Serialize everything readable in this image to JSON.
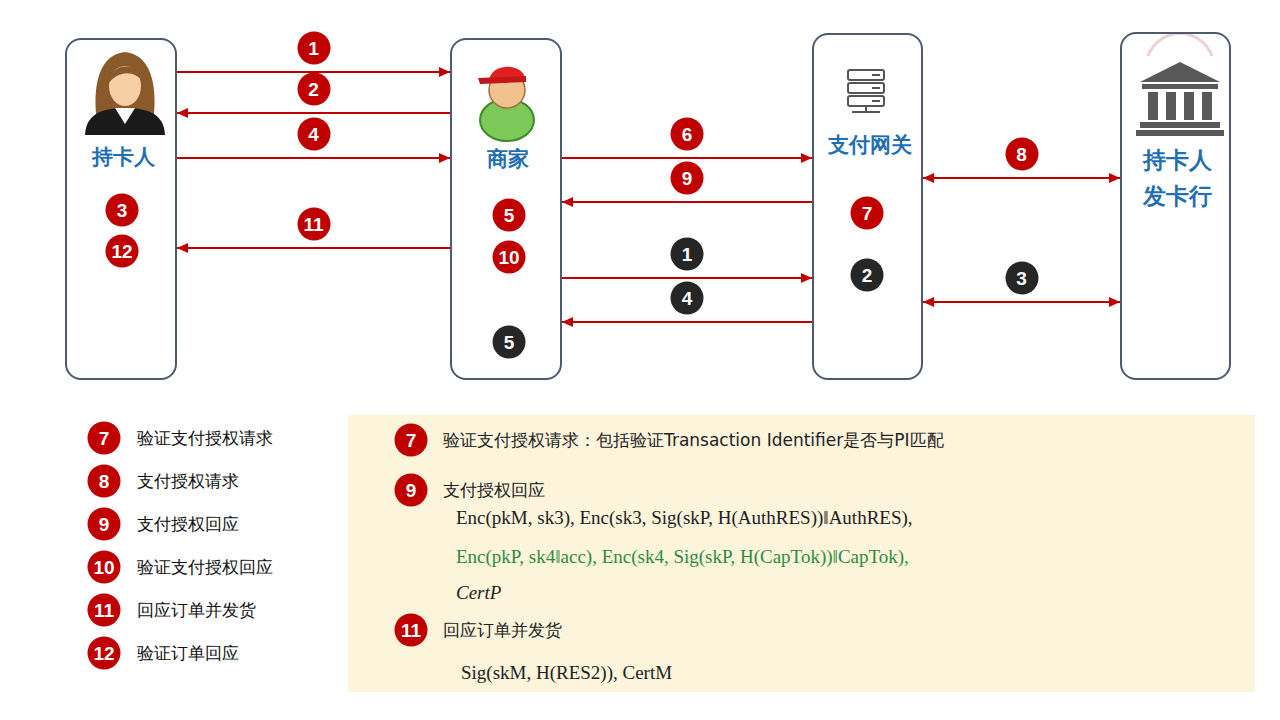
{
  "diagram": {
    "nodes": [
      {
        "text": [
          "持卡人"
        ]
      },
      {
        "text": [
          "商家"
        ]
      },
      {
        "text": [
          "支付网关"
        ]
      },
      {
        "text": [
          "持卡人 发卡行"
        ]
      },
      {
        "text": [
          "7",
          "验证支付授权请求：包括验证Transaction Identifier是否与PI匹配",
          "9",
          "支付授权回应",
          "Enc(pkM, sk3), Enc(sk3, Sig(skP, H(AuthRES))‖AuthRES),",
          "Enc(pkP, sk4‖acc), Enc(sk4, Sig(skP, H(CapTok))‖CapTok),",
          "CertP",
          "11",
          "回应订单并发货",
          "Sig(skM, H(RES2)),    CertM"
        ]
      }
    ],
    "edges": [
      {
        "from": 0,
        "to": 1,
        "arrow": "to",
        "label": "1"
      },
      {
        "from": 1,
        "to": 0,
        "arrow": "to",
        "label": "2"
      },
      {
        "from": 0,
        "to": 1,
        "arrow": "to",
        "label": "4"
      },
      {
        "from": 1,
        "to": 2,
        "arrow": "to",
        "label": "6"
      },
      {
        "from": 2,
        "to": 1,
        "arrow": "to",
        "label": "9"
      },
      {
        "from": 2,
        "to": 3,
        "arrow": "both",
        "label": "8"
      },
      {
        "from": 1,
        "to": 0,
        "arrow": "to",
        "label": "11"
      },
      {
        "from": 1,
        "to": 2,
        "arrow": "to",
        "label": "1"
      },
      {
        "from": 2,
        "to": 3,
        "arrow": "both",
        "label": "3"
      },
      {
        "from": 2,
        "to": 1,
        "arrow": "to",
        "label": "4"
      }
    ],
    "labels": [
      "3",
      "12",
      "5",
      "10",
      "5",
      "7",
      "2",
      "7",
      "验证支付授权请求",
      "8",
      "支付授权请求",
      "9",
      "支付授权回应",
      "10",
      "验证支付授权回应",
      "11",
      "回应订单并发货",
      "12",
      "验证订单回应"
    ]
  }
}
